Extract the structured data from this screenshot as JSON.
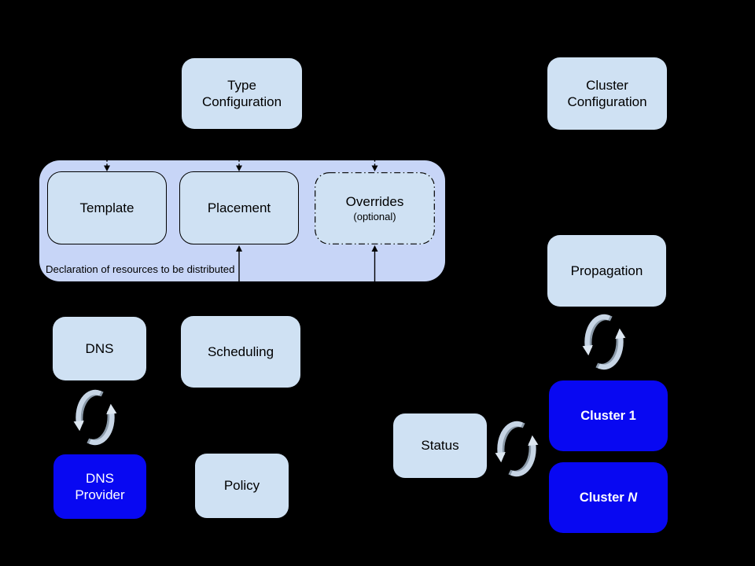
{
  "diagram": {
    "background_color": "#000000",
    "colors": {
      "light_box": "#cfe1f3",
      "group_container": "#c7d5f7",
      "blue_box": "#0808f2",
      "connector": "#000000",
      "sync_arc_light": "#c7d5e5",
      "sync_arc_shade": "#8b9aa9",
      "sync_arrowhead": "#dde7f1",
      "text_dark": "#000000",
      "text_light": "#ffffff"
    },
    "nodes": {
      "type_configuration": {
        "label": "Type Configuration"
      },
      "cluster_configuration": {
        "label": "Cluster Configuration"
      },
      "template": {
        "label": "Template"
      },
      "placement": {
        "label": "Placement"
      },
      "overrides": {
        "label": "Overrides",
        "sublabel": "(optional)"
      },
      "dns": {
        "label": "DNS"
      },
      "scheduling": {
        "label": "Scheduling"
      },
      "dns_provider": {
        "label": "DNS Provider"
      },
      "policy": {
        "label": "Policy"
      },
      "propagation": {
        "label": "Propagation"
      },
      "status": {
        "label": "Status"
      },
      "cluster_1": {
        "label": "Cluster 1"
      },
      "cluster_n": {
        "label_prefix": "Cluster ",
        "label_suffix_italic": "N"
      }
    },
    "group_caption": "Declaration of resources to be distributed",
    "icons": {
      "sync": "circular-sync-arrows"
    }
  }
}
